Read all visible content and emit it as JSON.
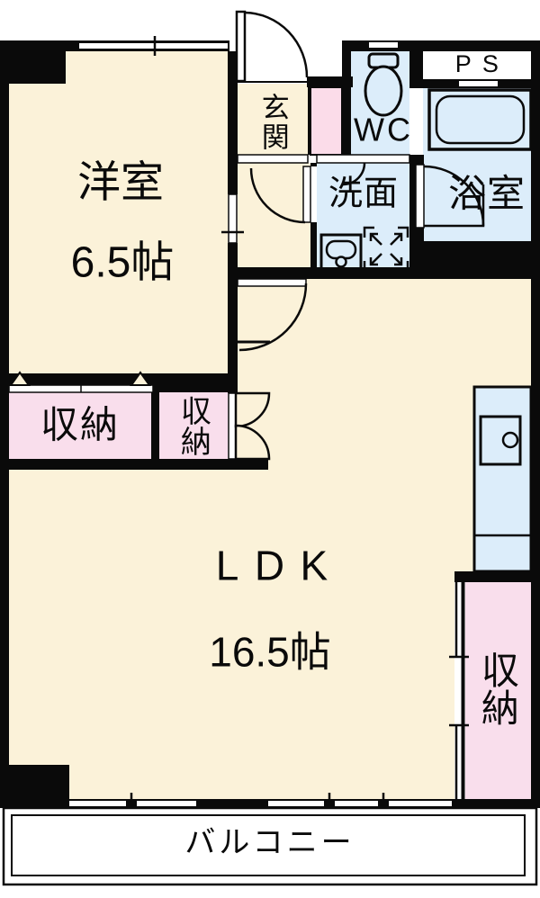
{
  "plan": {
    "title": "apartment-floor-plan",
    "rooms": {
      "western": {
        "label": "洋室",
        "size": "6.5帖"
      },
      "ldk": {
        "label": "LDK",
        "size": "16.5帖"
      },
      "entrance": {
        "label": "玄関"
      },
      "wc": {
        "label": "WC"
      },
      "pipe_space": {
        "label": "PS"
      },
      "washroom": {
        "label": "洗面"
      },
      "bathroom": {
        "label": "浴室"
      },
      "closet_main": {
        "label": "収納"
      },
      "closet_sub": {
        "label": "収納"
      },
      "closet_kitchen": {
        "label": "収納"
      },
      "balcony": {
        "label": "バルコニー"
      }
    },
    "icons": {
      "toilet": "toilet-icon",
      "bathtub": "bathtub-icon",
      "washbasin": "washbasin-icon",
      "washer_pan": "washing-machine-space-icon",
      "kitchen_sink": "kitchen-sink-icon"
    },
    "colors": {
      "floor_room": "#FBF2D9",
      "floor_wet": "#DCEDFA",
      "floor_closet": "#F9DEEC",
      "floor_strip": "#FBDCE9",
      "wall": "#0a0a0a",
      "balcony": "#FFFFFF"
    }
  }
}
